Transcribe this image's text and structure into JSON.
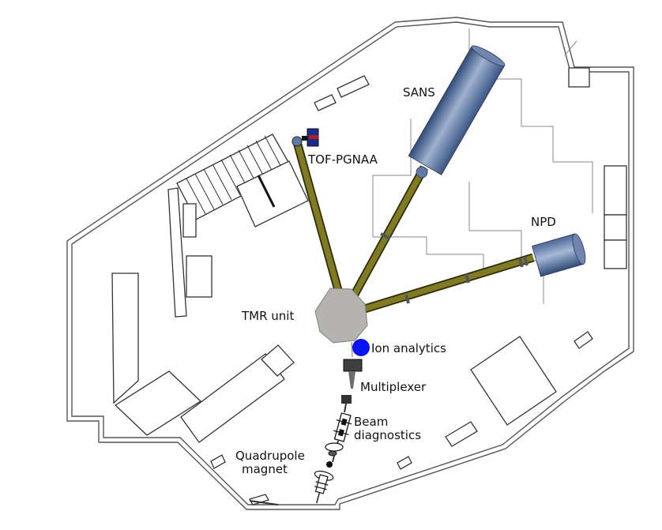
{
  "labels": {
    "sans": "SANS",
    "tof_pgnaa": "TOF-PGNAA",
    "npd": "NPD",
    "tmr_unit": "TMR unit",
    "ion_analytics": "Ion analytics",
    "multiplexer": "Multiplexer",
    "beam_diagnostics_1": "Beam",
    "beam_diagnostics_2": "diagnostics",
    "quadrupole_1": "Quadrupole",
    "quadrupole_2": "magnet"
  },
  "colors": {
    "beamline_fill": "#7f7a23",
    "beamline_edge": "#2e2c08",
    "instrument_light": "#8ea2c4",
    "instrument_dark": "#2f4c7a",
    "tmr_fill": "#b5b3b0",
    "ion_analytics": "#0a14ee",
    "wall": "#555555"
  }
}
